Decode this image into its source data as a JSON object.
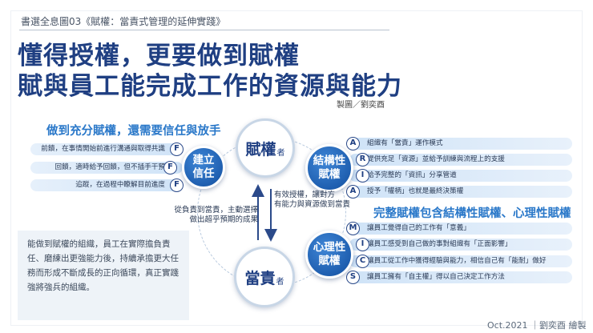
{
  "header": {
    "series": "書選全息圖03《賦權：當責式管理的延伸實踐》",
    "title_line1": "懂得授權，更要做到賦權",
    "title_line2": "賦與員工能完成工作的資源與能力",
    "credit": "製圖／劉奕酉"
  },
  "diagram": {
    "top_node": {
      "label": "賦權",
      "suffix": "者"
    },
    "bottom_node": {
      "label": "當責",
      "suffix": "者"
    },
    "left_node": {
      "line1": "建立",
      "line2": "信任"
    },
    "struct_node": {
      "line1": "結構性",
      "line2": "賦權"
    },
    "psych_node": {
      "line1": "心理性",
      "line2": "賦權"
    },
    "down_arrow_text": {
      "line1": "有效授權，讓對方",
      "line2": "有能力與資源做到當責"
    },
    "up_arrow_text": {
      "line1": "從負責到當責，主動選擇",
      "line2": "做出超乎預期的成果"
    }
  },
  "trust": {
    "banner": "做到充分賦權，還需要信任與放手",
    "items": [
      {
        "badge": "F",
        "text": "前饋，在事情開始前進行溝通與取得共識"
      },
      {
        "badge": "F",
        "text": "回饋，適時給予回饋，但不插手干預"
      },
      {
        "badge": "F",
        "text": "追蹤，在過程中瞭解目前進度"
      }
    ]
  },
  "structural": {
    "items": [
      {
        "badge": "A",
        "text": "組織有「當責」運作模式"
      },
      {
        "badge": "R",
        "text": "提供充足「資源」並給予訓練與流程上的支援"
      },
      {
        "badge": "I",
        "text": "給予完整的「資訊」分享管道"
      },
      {
        "badge": "A",
        "text": "授予「權柄」也就是最終決策權"
      }
    ]
  },
  "psychological": {
    "banner": "完整賦權包含結構性賦權、心理性賦權",
    "items": [
      {
        "badge": "M",
        "text": "讓員工覺得自己的工作有「意義」"
      },
      {
        "badge": "I",
        "text": "讓員工感受到自己做的事對組織有「正面影響」"
      },
      {
        "badge": "C",
        "text": "讓員工從工作中獲得經驗與能力，相信自己有「能耐」做好"
      },
      {
        "badge": "S",
        "text": "讓員工擁有「自主權」得以自己決定工作方法"
      }
    ]
  },
  "note": "能做到賦權的組織，員工在實際擔負責任、磨練出更強能力後，持續承擔更大任務而形成不斷成長的正向循環，真正實踐強將強兵的組織。",
  "footer": "Oct.2021 ｜劉奕酉 繪製",
  "colors": {
    "navy": "#1f3f82",
    "accent_blue": "#2a78c9",
    "node_blue": "#1f5fb0",
    "bar_blue": "#cfe3f7"
  }
}
